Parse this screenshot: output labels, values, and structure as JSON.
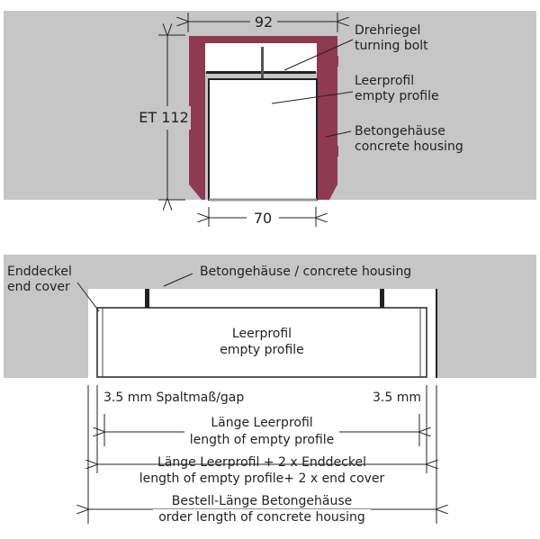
{
  "colors": {
    "background": "#c6c6c6",
    "housing": "#8e3a50",
    "line": "#222222"
  },
  "cross_section": {
    "width_dim": "92",
    "height_dim": "ET 112",
    "inner_dim": "70",
    "labels": [
      {
        "de": "Drehriegel",
        "en": "turning bolt"
      },
      {
        "de": "Leerprofil",
        "en": "empty profile"
      },
      {
        "de": "Betongehäuse",
        "en": "concrete housing"
      }
    ]
  },
  "side_view": {
    "end_cover": {
      "de": "Enddeckel",
      "en": "end cover"
    },
    "housing_label": "Betongehäuse / concrete housing",
    "profile": {
      "de": "Leerprofil",
      "en": "empty profile"
    },
    "gap_left": "3.5 mm Spaltmaß/gap",
    "gap_right": "3.5 mm",
    "dims": [
      {
        "de": "Länge Leerprofil",
        "en": "length of empty profile"
      },
      {
        "de": "Länge Leerprofil + 2 x Enddeckel",
        "en": "length of empty profile+ 2 x end cover"
      },
      {
        "de": "Bestell-Länge Betongehäuse",
        "en": "order length of concrete housing"
      }
    ]
  }
}
